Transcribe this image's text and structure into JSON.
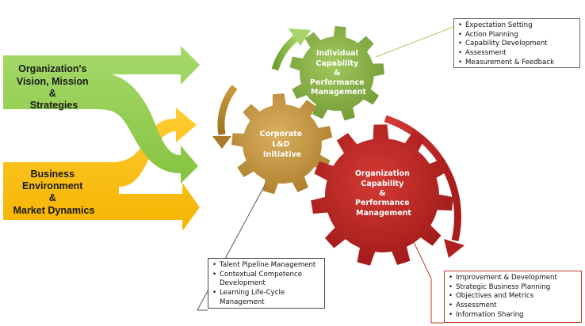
{
  "drivers": {
    "top": {
      "lines": [
        "Organization's",
        "Vision, Mission",
        "&",
        "Strategies"
      ],
      "color": "#92d050"
    },
    "bottom": {
      "lines": [
        "Business",
        "Environment",
        "&",
        "Market Dynamics"
      ],
      "color": "#ffc000"
    }
  },
  "gears": {
    "corporate": {
      "lines": [
        "Corporate",
        "L&D",
        "Initiative"
      ],
      "color": "#c89a3a"
    },
    "individual": {
      "lines": [
        "Individual",
        "Capability",
        "&",
        "Performance",
        "Management"
      ],
      "color": "#8fb84a"
    },
    "organization": {
      "lines": [
        "Organization",
        "Capability",
        "&",
        "Performance",
        "Management"
      ],
      "color": "#c0282a"
    }
  },
  "boxes": {
    "individual": [
      "Expectation Setting",
      "Action Planning",
      "Capability Development",
      "Assessment",
      "Measurement & Feedback"
    ],
    "corporate": [
      "Talent Pipeline Management",
      "Contextual Competence Development",
      "Learning Life-Cycle Management"
    ],
    "organization": [
      "Improvement & Development",
      "Strategic Business  Planning",
      "Objectives and Metrics",
      "Assessment",
      "Information Sharing"
    ]
  }
}
